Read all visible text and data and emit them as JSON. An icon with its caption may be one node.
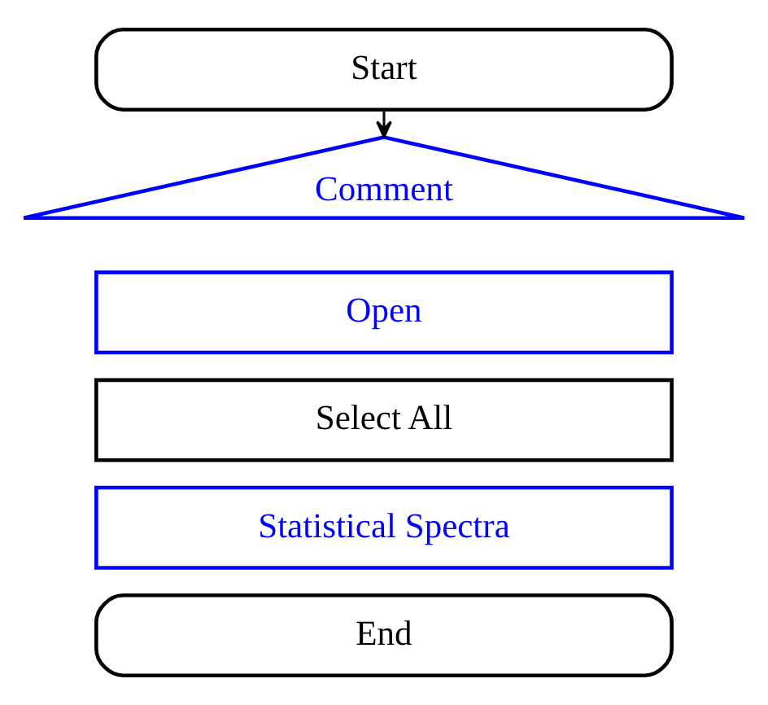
{
  "diagram": {
    "nodes": [
      {
        "text": [
          "Start"
        ]
      },
      {
        "text": [
          "Comment"
        ]
      },
      {
        "text": [
          "Open"
        ]
      },
      {
        "text": [
          "Select All"
        ]
      },
      {
        "text": [
          "Statistical Spectra"
        ]
      },
      {
        "text": [
          "End"
        ]
      }
    ],
    "edges": [
      {
        "from": 0,
        "to": 1,
        "arrow": "to"
      }
    ]
  }
}
